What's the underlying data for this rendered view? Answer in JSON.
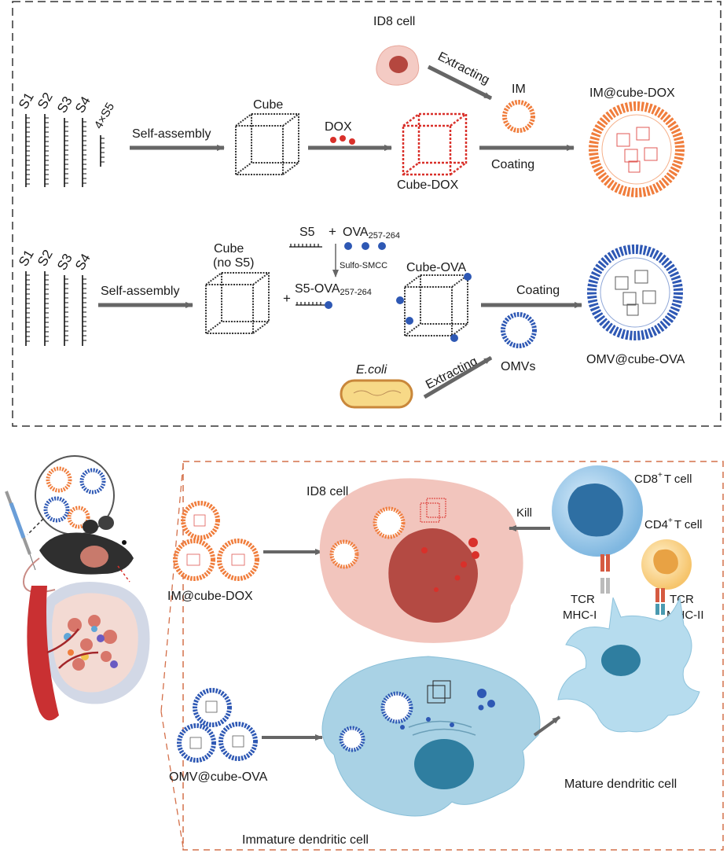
{
  "labels": {
    "s1": "S1",
    "s2": "S2",
    "s3": "S3",
    "s4": "S4",
    "s5x4": "4×S5",
    "self_assembly_1": "Self-assembly",
    "cube": "Cube",
    "dox": "DOX",
    "cube_dox": "Cube-DOX",
    "id8_cell_top": "ID8 cell",
    "extracting_1": "Extracting",
    "im": "IM",
    "coating_1": "Coating",
    "im_cube_dox": "IM@cube-DOX",
    "self_assembly_2": "Self-assembly",
    "cube_no_s5_line1": "Cube",
    "cube_no_s5_line2": "(no S5)",
    "s5": "S5",
    "ova_base": "OVA",
    "ova_sub": "257-264",
    "sulfo_smcc": "Sulfo-SMCC",
    "s5_ova_base": "S5-OVA",
    "s5_ova_sub": "257-264",
    "cube_ova": "Cube-OVA",
    "coating_2": "Coating",
    "omv_cube_ova": "OMV@cube-OVA",
    "ecoli": "E.coli",
    "extracting_2": "Extracting",
    "omvs": "OMVs",
    "id8_cell_bottom": "ID8 cell",
    "kill": "Kill",
    "cd8_base": "CD8",
    "cd8_sup": "+",
    "cd8_rest": "T cell",
    "cd4_base": "CD4",
    "cd4_sup": "+",
    "cd4_rest": "T cell",
    "im_cube_dox_bottom": "IM@cube-DOX",
    "tcr_1": "TCR",
    "mhc_i": "MHC-I",
    "tcr_2": "TCR",
    "mhc_ii": "MHC-II",
    "omv_cube_ova_bottom": "OMV@cube-OVA",
    "mature_dc": "Mature dendritic cell",
    "immature_dc": "Immature dendritic cell"
  },
  "colors": {
    "orange": "#f07d3c",
    "blue": "#2e58b4",
    "red": "#d9302a",
    "arrow": "#666666",
    "dash_top": "#333333",
    "dash_bottom": "#d4704a"
  }
}
